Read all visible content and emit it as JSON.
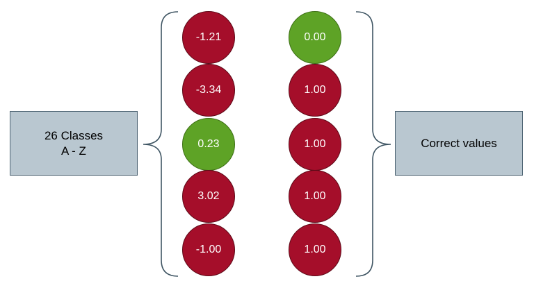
{
  "left_box": {
    "line1": "26 Classes",
    "line2": "A - Z"
  },
  "right_box": {
    "label": "Correct values"
  },
  "predicted_column": [
    {
      "value": "-1.21",
      "status": "red"
    },
    {
      "value": "-3.34",
      "status": "red"
    },
    {
      "value": "0.23",
      "status": "green"
    },
    {
      "value": "3.02",
      "status": "red"
    },
    {
      "value": "-1.00",
      "status": "red"
    }
  ],
  "correct_column": [
    {
      "value": "0.00",
      "status": "green"
    },
    {
      "value": "1.00",
      "status": "red"
    },
    {
      "value": "1.00",
      "status": "red"
    },
    {
      "value": "1.00",
      "status": "red"
    },
    {
      "value": "1.00",
      "status": "red"
    }
  ],
  "colors": {
    "red": "#a50e2a",
    "green": "#5ea326",
    "box_fill": "#b9c7d0",
    "box_border": "#4d6372",
    "bracket": "#3f5563"
  }
}
